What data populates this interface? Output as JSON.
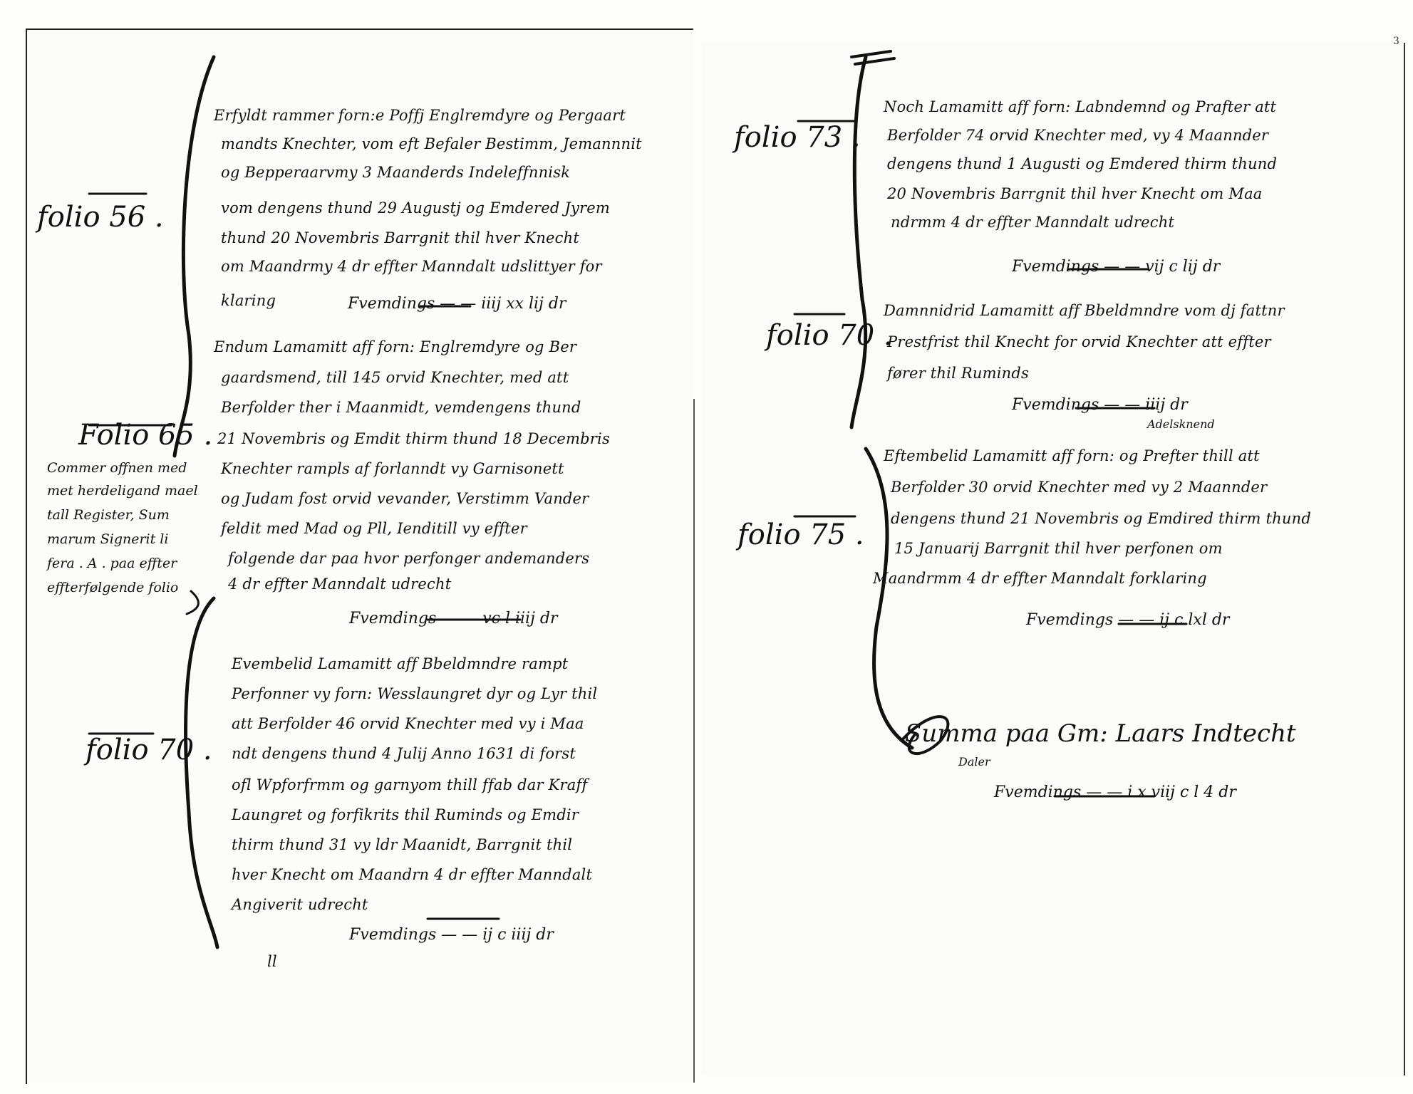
{
  "corner_number": "3",
  "left_page": {
    "folios": [
      {
        "label": "folio 56 ."
      },
      {
        "label": "Folio 65 ."
      },
      {
        "label": "folio 70 ."
      }
    ],
    "margin_note": [
      "Commer offnen med",
      "met herdeligand mael",
      "tall Register, Sum",
      "marum Signerit li",
      "fera . A . paa effter",
      "effterfølgende folio"
    ],
    "entries": [
      {
        "lines": [
          "Erfyldt rammer forn:e Poffj Englremdyre og Pergaart",
          "mandts Knechter, vom eft Befaler Bestimm, Jemannnit",
          "og Bepperaarvmy 3 Maanderds Indeleffnnisk",
          "vom dengens thund 29 Augustj og Emdered Jyrem",
          "thund 20 Novembris Barrgnit thil hver Knecht",
          "om Maandrmy 4 dr effter Manndalt udslittyer for",
          "klaring"
        ],
        "total": "Fvemdings — — iiij xx lij dr"
      },
      {
        "lines": [
          "Endum Lamamitt aff forn: Englremdyre og Ber",
          "gaardsmend, till 145 orvid Knechter, med att",
          "Berfolder ther i Maanmidt, vemdengens thund",
          "21 Novembris og Emdit thirm thund 18 Decembris",
          "Knechter rampls af forlanndt vy Garnisonett",
          "og Judam fost orvid vevander, Verstimm Vander",
          "feldit med Mad og Pll, Ienditill vy effter",
          "folgende dar paa hvor perfonger andemanders",
          "4 dr effter Manndalt udrecht"
        ],
        "total": "Fvemdings — — vc l iiij dr"
      },
      {
        "lines": [
          "Evembelid Lamamitt aff Bbeldmndre rampt",
          "Perfonner vy forn: Wesslaungret dyr og Lyr thil",
          "att Berfolder 46 orvid Knechter med vy i Maa",
          "ndt dengens thund 4 Julij Anno 1631 di forst",
          "ofl Wpforfrmm og garnyom thill ffab dar Kraff",
          "Laungret og forfikrits thil Ruminds og Emdir",
          "thirm thund 31 vy ldr Maanidt, Barrgnit thil",
          "hver Knecht om Maandrn 4 dr effter Manndalt",
          "Angiverit udrecht"
        ],
        "total": "Fvemdings — — ij c iiij dr"
      }
    ],
    "foot_mark": "ll"
  },
  "right_page": {
    "folios": [
      {
        "label": "folio 73 ."
      },
      {
        "label": "folio 70 ."
      },
      {
        "label": "folio 75 ."
      }
    ],
    "entries": [
      {
        "lines": [
          "Noch Lamamitt aff forn: Labndemnd og Prafter att",
          "Berfolder 74 orvid Knechter med, vy 4 Maannder",
          "dengens thund 1 Augusti og Emdered thirm thund",
          "20 Novembris Barrgnit thil hver Knecht om Maa",
          "ndrmm 4 dr effter Manndalt udrecht"
        ],
        "total": "Fvemdings — — vij c lij dr"
      },
      {
        "lines": [
          "Damnnidrid Lamamitt aff Bbeldmndre vom dj fattnr",
          "Prestfrist thil Knecht for orvid Knechter att effter",
          "fører thil Ruminds"
        ],
        "total": "Fvemdings — — iiij dr"
      },
      {
        "interlinear": "Adelsknend",
        "lines": [
          "Eftembelid Lamamitt aff forn: og Prefter thill att",
          "Berfolder 30 orvid Knechter med vy 2 Maannder",
          "dengens thund 21 Novembris og Emdired thirm thund",
          "15 Januarij Barrgnit thil hver perfonen om",
          "Maandrmm 4 dr effter Manndalt forklaring"
        ],
        "total": "Fvemdings — — ij c lxl dr"
      }
    ],
    "summa": {
      "heading": "Summa paa Gm: Laars Indtecht",
      "sub": "Daler",
      "total": "Fvemdings — — i x viij c l 4 dr"
    }
  }
}
